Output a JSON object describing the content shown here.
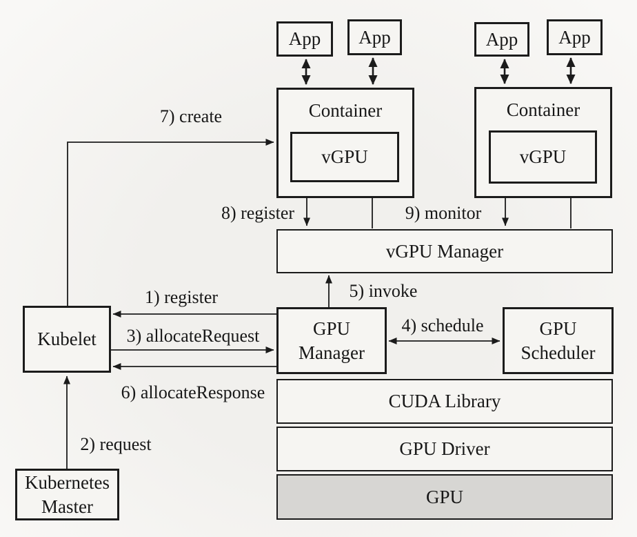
{
  "nodes": {
    "app_left_1": {
      "label": "App"
    },
    "app_left_2": {
      "label": "App"
    },
    "app_right_1": {
      "label": "App"
    },
    "app_right_2": {
      "label": "App"
    },
    "container_left": {
      "label": "Container"
    },
    "container_right": {
      "label": "Container"
    },
    "vgpu_left": {
      "label": "vGPU"
    },
    "vgpu_right": {
      "label": "vGPU"
    },
    "vgpu_manager": {
      "label": "vGPU Manager"
    },
    "gpu_manager": {
      "label": "GPU Manager"
    },
    "gpu_scheduler": {
      "label": "GPU Scheduler"
    },
    "cuda_library": {
      "label": "CUDA Library"
    },
    "gpu_driver": {
      "label": "GPU Driver"
    },
    "gpu": {
      "label": "GPU"
    },
    "kubelet": {
      "label": "Kubelet"
    },
    "kubernetes_master": {
      "label": "Kubernetes Master"
    }
  },
  "edges": {
    "e1": {
      "label": "1) register"
    },
    "e2": {
      "label": "2) request"
    },
    "e3": {
      "label": "3) allocateRequest"
    },
    "e4": {
      "label": "4) schedule"
    },
    "e5": {
      "label": "5) invoke"
    },
    "e6": {
      "label": "6) allocateResponse"
    },
    "e7": {
      "label": "7) create"
    },
    "e8": {
      "label": "8) register"
    },
    "e9": {
      "label": "9) monitor"
    }
  },
  "colors": {
    "background": "#f1f0ed",
    "box_fill": "#f6f5f2",
    "gpu_fill": "#d7d6d3",
    "line": "#1b1b1b"
  }
}
